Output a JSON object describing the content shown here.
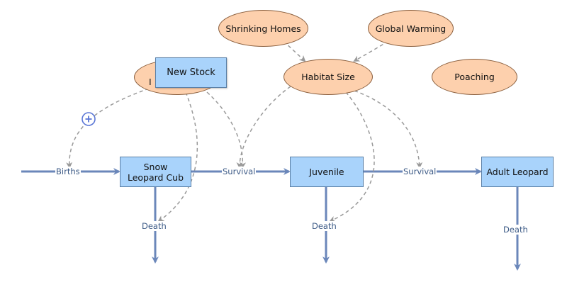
{
  "stocks": {
    "cub": "Snow Leopard Cub",
    "juvenile": "Juvenile",
    "adult": "Adult Leopard",
    "new_stock": "New Stock"
  },
  "variables": {
    "shrinking_homes": "Shrinking Homes",
    "global_warming": "Global Warming",
    "habitat_size": "Habitat Size",
    "poaching": "Poaching",
    "partial_var_visible_letter": "I"
  },
  "flows": {
    "births": "Births",
    "survival_1": "Survival",
    "survival_2": "Survival",
    "death_cub": "Death",
    "death_juvenile": "Death",
    "death_adult": "Death"
  },
  "colors": {
    "stock_fill": "#a9d3fb",
    "variable_fill": "#fdd0ad",
    "flow_line": "#6b87ba",
    "link_line": "#9a9a9a"
  },
  "icons": {
    "add": "plus-circle-icon"
  }
}
